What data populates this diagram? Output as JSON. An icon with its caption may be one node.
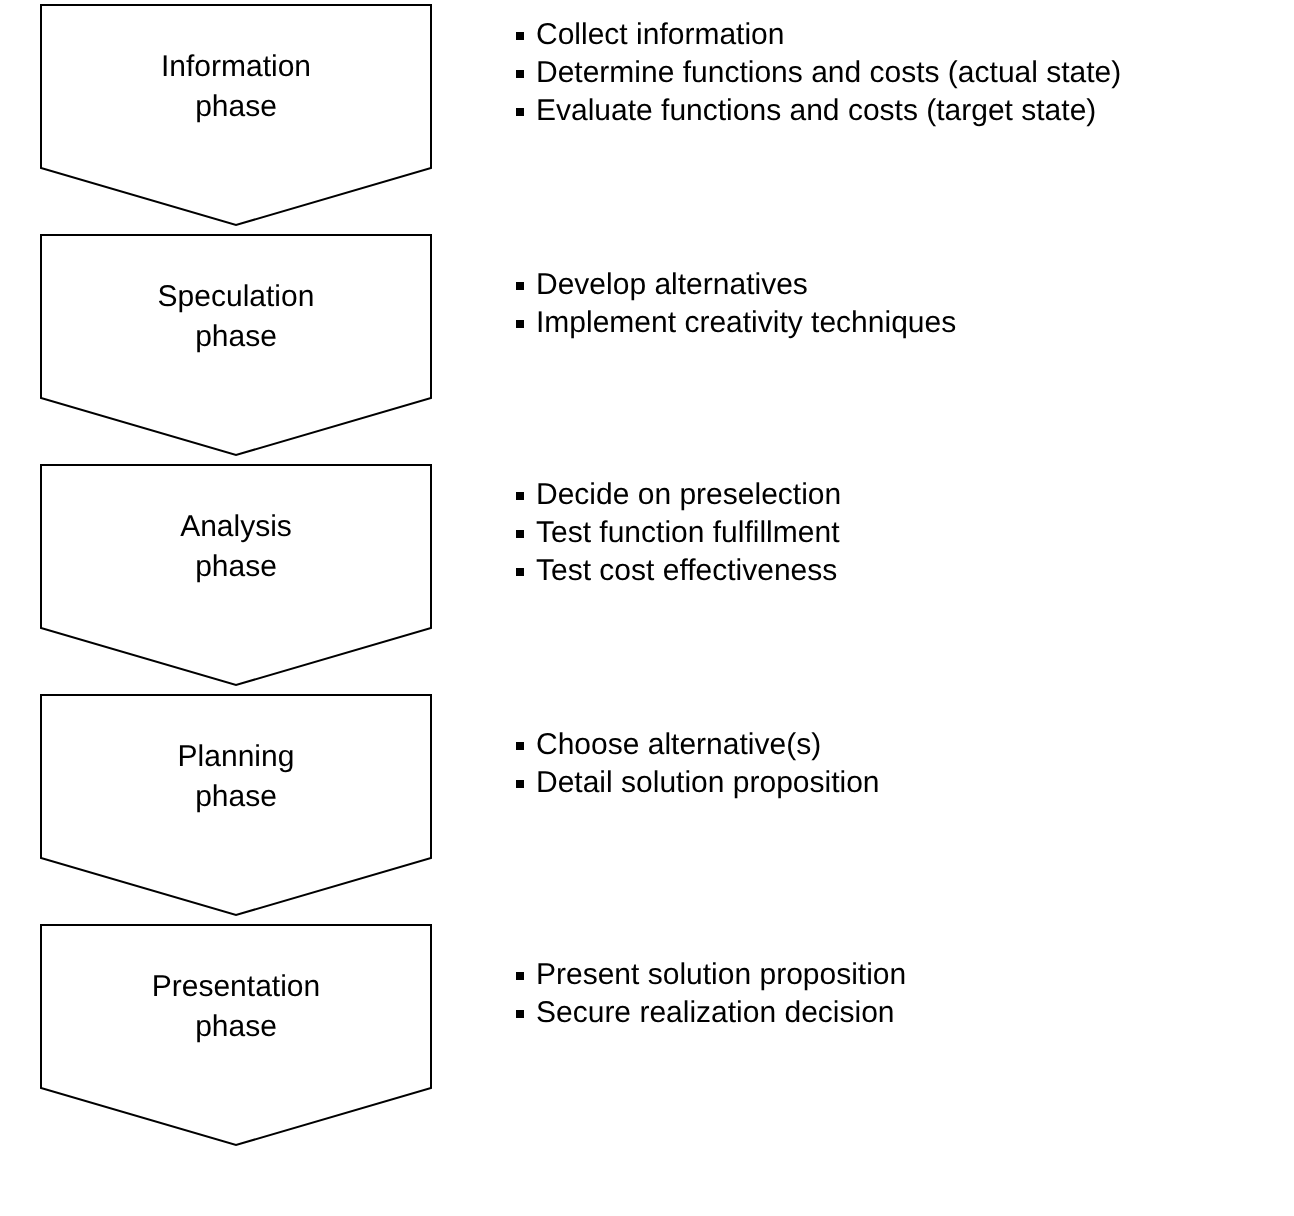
{
  "diagram": {
    "nodes": [
      {
        "text": [
          "Information phase"
        ],
        "beside": [
          "Collect information",
          "Determine functions and costs (actual state)",
          "Evaluate functions and costs (target state)"
        ]
      },
      {
        "text": [
          "Speculation phase"
        ],
        "beside": [
          "Develop alternatives",
          "Implement creativity techniques"
        ]
      },
      {
        "text": [
          "Analysis phase"
        ],
        "beside": [
          "Decide on preselection",
          "Test function fulfillment",
          "Test cost effectiveness"
        ]
      },
      {
        "text": [
          "Planning phase"
        ],
        "beside": [
          "Choose alternative(s)",
          "Detail solution proposition"
        ]
      },
      {
        "text": [
          "Presentation phase"
        ],
        "beside": [
          "Present solution proposition",
          "Secure realization decision"
        ]
      }
    ]
  }
}
